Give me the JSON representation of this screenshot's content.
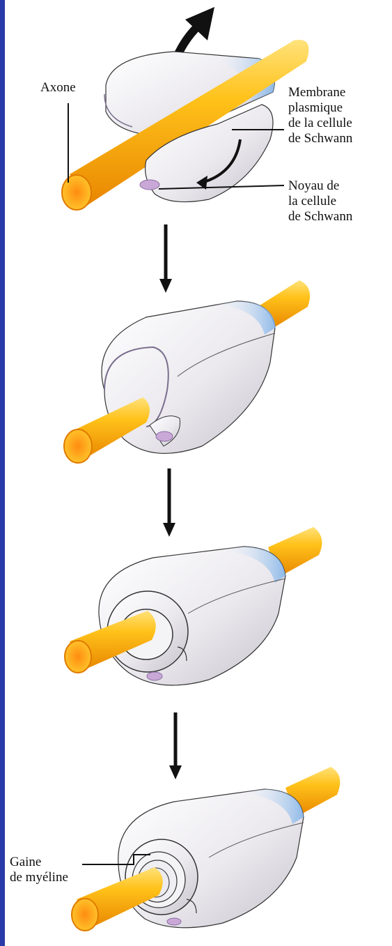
{
  "labels": {
    "axone": "Axone",
    "membrane": "Membrane\nplasmique\nde la cellule\nde Schwann",
    "noyau": "Noyau de\nla cellule\nde Schwann",
    "gaine": "Gaine\nde myéline"
  },
  "colors": {
    "frame": "#2a3aa8",
    "axon_light": "#ffd23a",
    "axon_mid": "#ffb300",
    "axon_dark": "#e07800",
    "axon_end": "#ff9a1f",
    "cell": "#ebe9ee",
    "cell_shadow": "#c9c6d0",
    "cell_blue": "#7fb2e8",
    "nucleus": "#c9a8d8",
    "ink": "#111111"
  },
  "stages": [
    {
      "step": 1,
      "state": "cell-approaching-axon"
    },
    {
      "step": 2,
      "state": "cell-enveloping-axon"
    },
    {
      "step": 3,
      "state": "membrane-wrapping"
    },
    {
      "step": 4,
      "state": "myelin-sheath-formed"
    }
  ]
}
